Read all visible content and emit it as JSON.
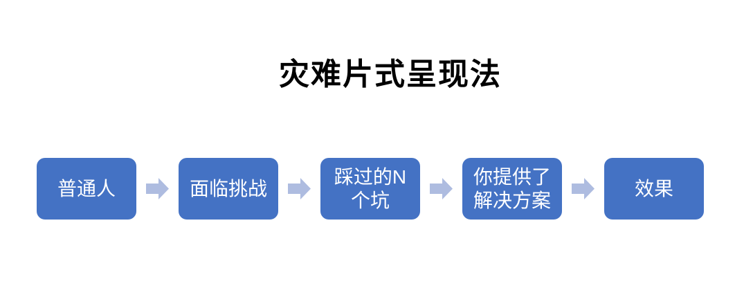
{
  "title": "灾难片式呈现法",
  "colors": {
    "background": "#FFFFFF",
    "title_color": "#000000",
    "box_fill": "#4472C4",
    "box_text": "#FFFFFF",
    "arrow_fill": "#AEBCE0"
  },
  "flow": {
    "steps": [
      {
        "label": "普通人"
      },
      {
        "label": "面临挑战"
      },
      {
        "label": "踩过的N\n个坑"
      },
      {
        "label": "你提供了\n解决方案"
      },
      {
        "label": "效果"
      }
    ]
  }
}
